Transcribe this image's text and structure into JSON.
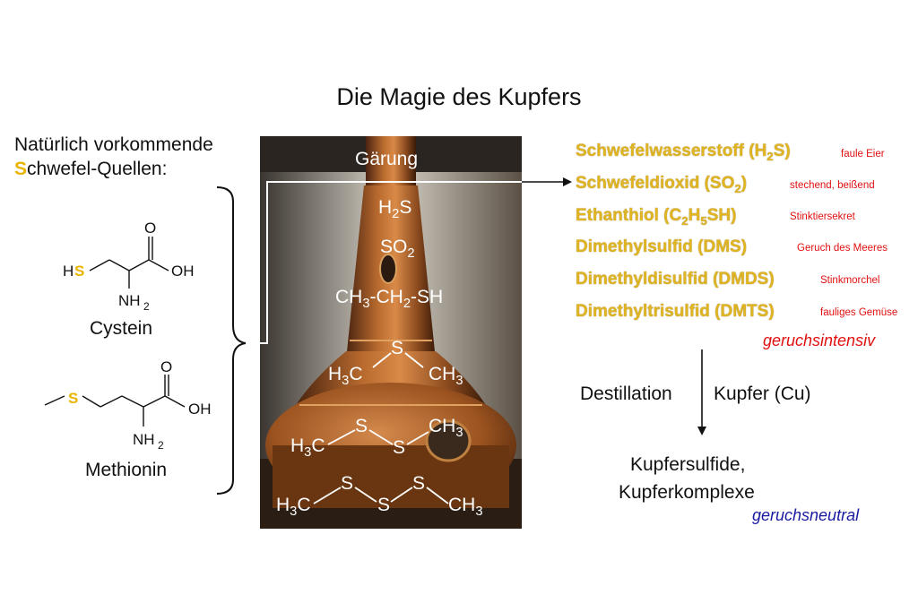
{
  "title": "Die Magie des Kupfers",
  "sources": {
    "heading_line1": "Natürlich vorkommende",
    "heading_highlight": "S",
    "heading_line2_rest": "chwefel-Quellen:",
    "molecules": [
      {
        "name": "Cystein",
        "atoms": {
          "hs_h": "H",
          "hs_s": "S",
          "o": "O",
          "oh": "OH",
          "nh2": "NH",
          "nh2_sub": "2"
        }
      },
      {
        "name": "Methionin",
        "atoms": {
          "s": "S",
          "o": "O",
          "oh": "OH",
          "nh2": "NH",
          "nh2_sub": "2"
        }
      }
    ]
  },
  "photo": {
    "label": "Gärung",
    "formulas": {
      "h2s": [
        "H",
        "2",
        "S"
      ],
      "so2": [
        "SO",
        "2"
      ],
      "ethanthiol": [
        "CH",
        "3",
        "-CH",
        "2",
        "-SH"
      ],
      "dms": {
        "s": "S",
        "left": "H",
        "left_sub": "3",
        "left_c": "C",
        "right": "CH",
        "right_sub": "3"
      },
      "dmds": {
        "s1": "S",
        "s2": "S",
        "left": "H",
        "left_sub": "3",
        "left_c": "C",
        "right": "CH",
        "right_sub": "3"
      },
      "dmts": {
        "s1": "S",
        "s2": "S",
        "s3": "S",
        "left": "H",
        "left_sub": "3",
        "left_c": "C",
        "right": "CH",
        "right_sub": "3"
      }
    }
  },
  "compounds": [
    {
      "name": "Schwefelwasserstoff (H",
      "sub": "2",
      "tail": "S)",
      "odor": "faule Eier"
    },
    {
      "name": "Schwefeldioxid (SO",
      "sub": "2",
      "tail": ")",
      "odor": "stechend, beißend"
    },
    {
      "name": "Ethanthiol (C",
      "sub": "2",
      "mid": "H",
      "sub2": "5",
      "tail": "SH)",
      "odor": "Stinktiersekret"
    },
    {
      "name": "Dimethylsulfid (DMS)",
      "odor": "Geruch des Meeres"
    },
    {
      "name": "Dimethyldisulfid (DMDS)",
      "odor": "Stinkmorchel"
    },
    {
      "name": "Dimethyltrisulfid (DMTS)",
      "odor": "fauliges Gemüse"
    }
  ],
  "smell_intense": "geruchsintensiv",
  "process": {
    "left": "Destillation",
    "right": "Kupfer (Cu)"
  },
  "products": {
    "line1": "Kupfersulfide,",
    "line2": "Kupferkomplexe"
  },
  "smell_neutral": "geruchsneutral",
  "colors": {
    "sulfur_yellow": "#e8b400",
    "compound_gold": "#e0b521",
    "odor_red": "#e01010",
    "neutral_blue": "#1a1aa0",
    "copper": "#b86a2e"
  }
}
